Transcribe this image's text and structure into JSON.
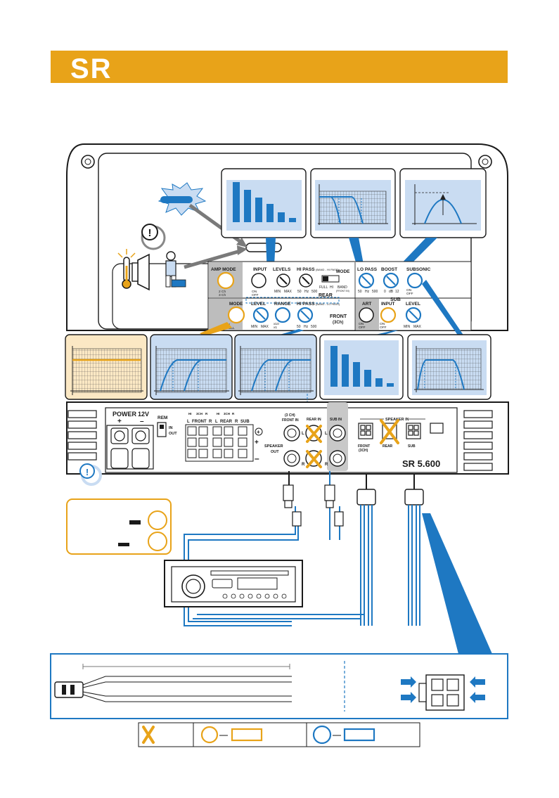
{
  "header": {
    "title": "SR"
  },
  "colors": {
    "accent_orange": "#E8A319",
    "accent_blue": "#1E78C2",
    "graph_fill_blue": "#C9DCF2",
    "graph_fill_orange": "#FBE8C4",
    "line_dark": "#2a2a2a"
  },
  "panel": {
    "amp_mode": "AMP MODE",
    "amp_mode_opt1": "2 Ch",
    "amp_mode_opt2": "3 Ch",
    "input": "INPUT",
    "input_on": "ON",
    "input_off": "OFF",
    "levels": "LEVELS",
    "levels_min": "MIN",
    "levels_max": "MAX",
    "hi_pass": "HI PASS",
    "hi_pass_sub": "(BAND - HI PASS)",
    "hz_50": "50",
    "hz_unit": "Hz",
    "hz_500": "500",
    "mode": "MODE",
    "mode_full": "FULL",
    "mode_hi": "HI",
    "mode_band": "BAND",
    "mode_front_in": "(FRONT IN)",
    "lo_pass": "LO PASS",
    "boost": "BOOST",
    "boost_0": "0",
    "boost_db": "dB",
    "boost_12": "12",
    "subsonic": "SUBSONIC",
    "sub": "SUB",
    "rear": "REAR",
    "front": "FRONT",
    "front_3ch": "(3Ch)",
    "rear_mode": "MODE",
    "rear_mode_hi": "HI",
    "rear_mode_full": "FULL",
    "level": "LEVEL",
    "range": "RANGE",
    "range_x10": "x10",
    "range_x1": "x1",
    "hi_pass_band_lo": "(BAND - LO PASS)",
    "art": "ART",
    "sub_input": "INPUT"
  },
  "bottom": {
    "power": "POWER",
    "power_12v": "12V",
    "plus": "+",
    "minus": "–",
    "rem": "REM",
    "rem_in": "IN",
    "rem_out": "OUT",
    "front_hi": "HI",
    "front_3ch": "3CH",
    "front_r": "R",
    "front_l": "L",
    "front_label": "FRONT",
    "rear_label": "REAR",
    "sub_label": "SUB",
    "speaker": "SPEAKER",
    "out": "OUT",
    "rca_front_in_1": "(3 CH)",
    "rca_front_in_2": "FRONT IN",
    "rca_rear_in": "REAR IN",
    "rca_sub_in": "SUB IN",
    "rca_l": "L",
    "rca_r": "R",
    "speaker_in": "SPEAKER IN",
    "spk_front": "FRONT",
    "spk_front_3ch": "(3CH)",
    "spk_rear": "REAR",
    "spk_sub": "SUB",
    "model": "SR 5.600"
  }
}
